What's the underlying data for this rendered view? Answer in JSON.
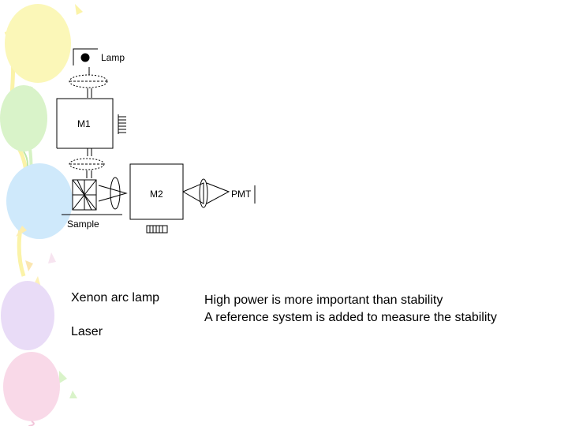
{
  "diagram": {
    "labels": {
      "lamp": "Lamp",
      "m1": "M1",
      "m2": "M2",
      "pmt": "PMT",
      "sample": "Sample"
    }
  },
  "sources": {
    "xenon": "Xenon arc lamp",
    "laser": "Laser"
  },
  "notes": {
    "line1": "High power is more important than stability",
    "line2": "A reference system is added to measure the stability"
  },
  "colors": {
    "balloon_yellow": "#fbf7b8",
    "balloon_green": "#d9f3c9",
    "balloon_blue": "#cfe9fb",
    "balloon_purple": "#e9dcf7",
    "balloon_pink": "#f9d9e8",
    "ink": "#000000"
  }
}
